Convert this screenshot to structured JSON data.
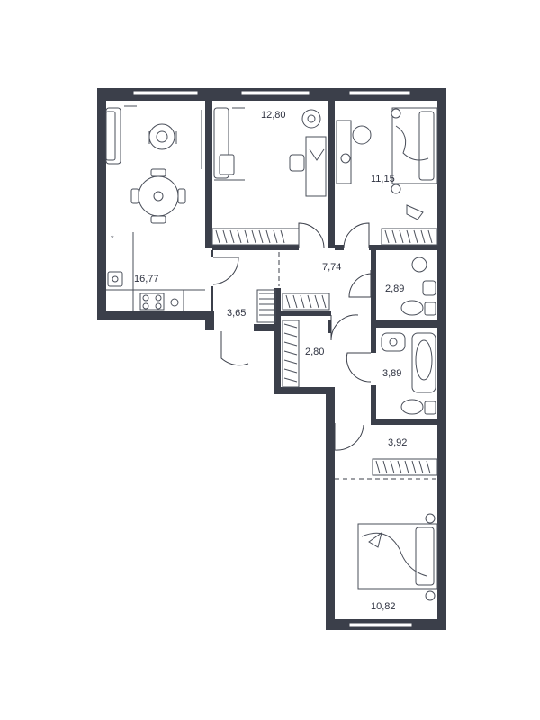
{
  "rooms": [
    {
      "key": "kitchen_living",
      "area": "16,77"
    },
    {
      "key": "room_top_middle",
      "area": "12,80"
    },
    {
      "key": "bedroom_top_right",
      "area": "11,15"
    },
    {
      "key": "hall",
      "area": "7,74"
    },
    {
      "key": "entry",
      "area": "3,65"
    },
    {
      "key": "bathroom_1",
      "area": "2,89"
    },
    {
      "key": "wardrobe",
      "area": "2,80"
    },
    {
      "key": "bathroom_2",
      "area": "3,89"
    },
    {
      "key": "corridor",
      "area": "3,92"
    },
    {
      "key": "bedroom_bottom",
      "area": "10,82"
    }
  ],
  "colors": {
    "wall": "#3b3f4a",
    "background": "#ffffff",
    "text": "#2e3240"
  }
}
